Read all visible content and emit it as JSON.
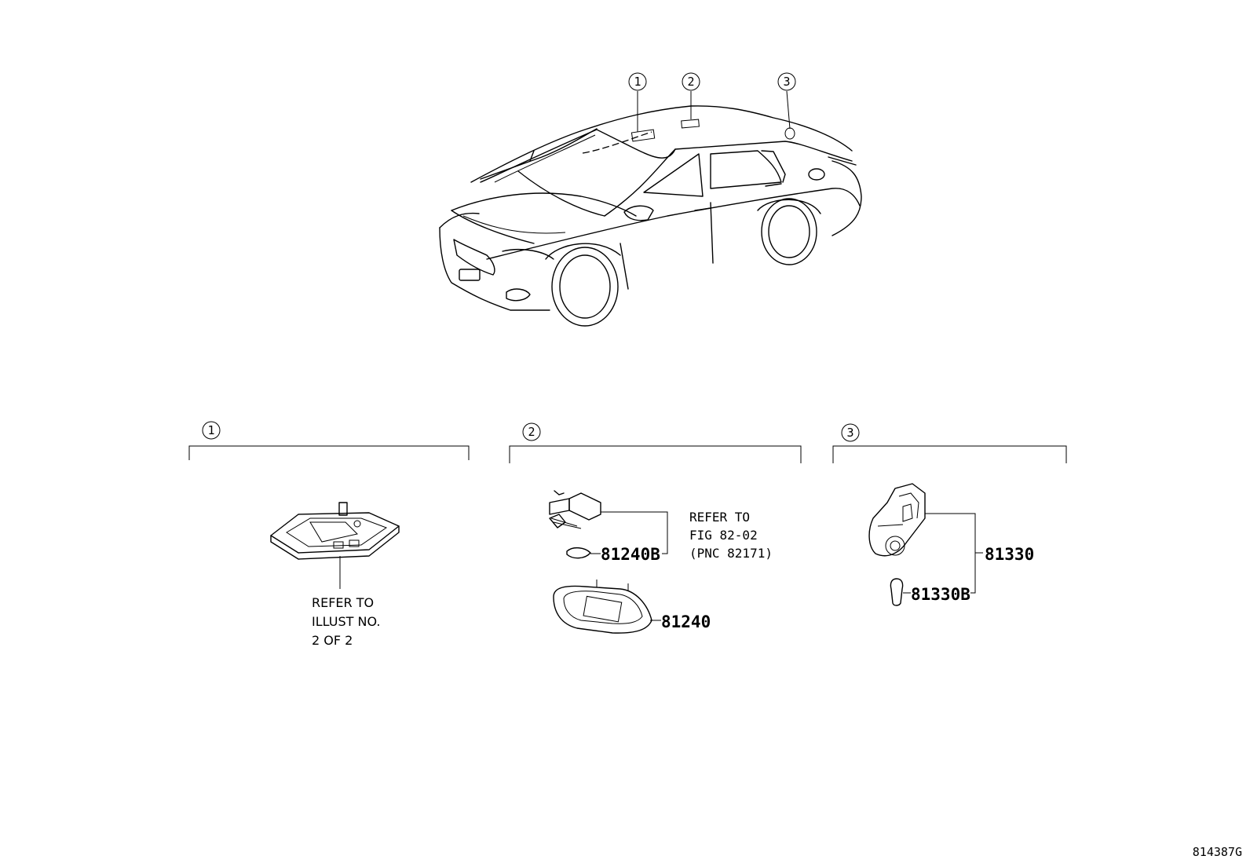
{
  "callouts": {
    "c1": "1",
    "c2": "2",
    "c3": "3"
  },
  "groups": [
    {
      "marker": "1",
      "note": [
        "REFER TO",
        "ILLUST NO.",
        "2 OF 2"
      ]
    },
    {
      "marker": "2",
      "note": [
        "REFER TO",
        "FIG 82-02",
        "(PNC 82171)"
      ],
      "parts": [
        "81240B",
        "81240"
      ]
    },
    {
      "marker": "3",
      "parts": [
        "81330",
        "81330B"
      ]
    }
  ],
  "illustration_id": "814387G"
}
